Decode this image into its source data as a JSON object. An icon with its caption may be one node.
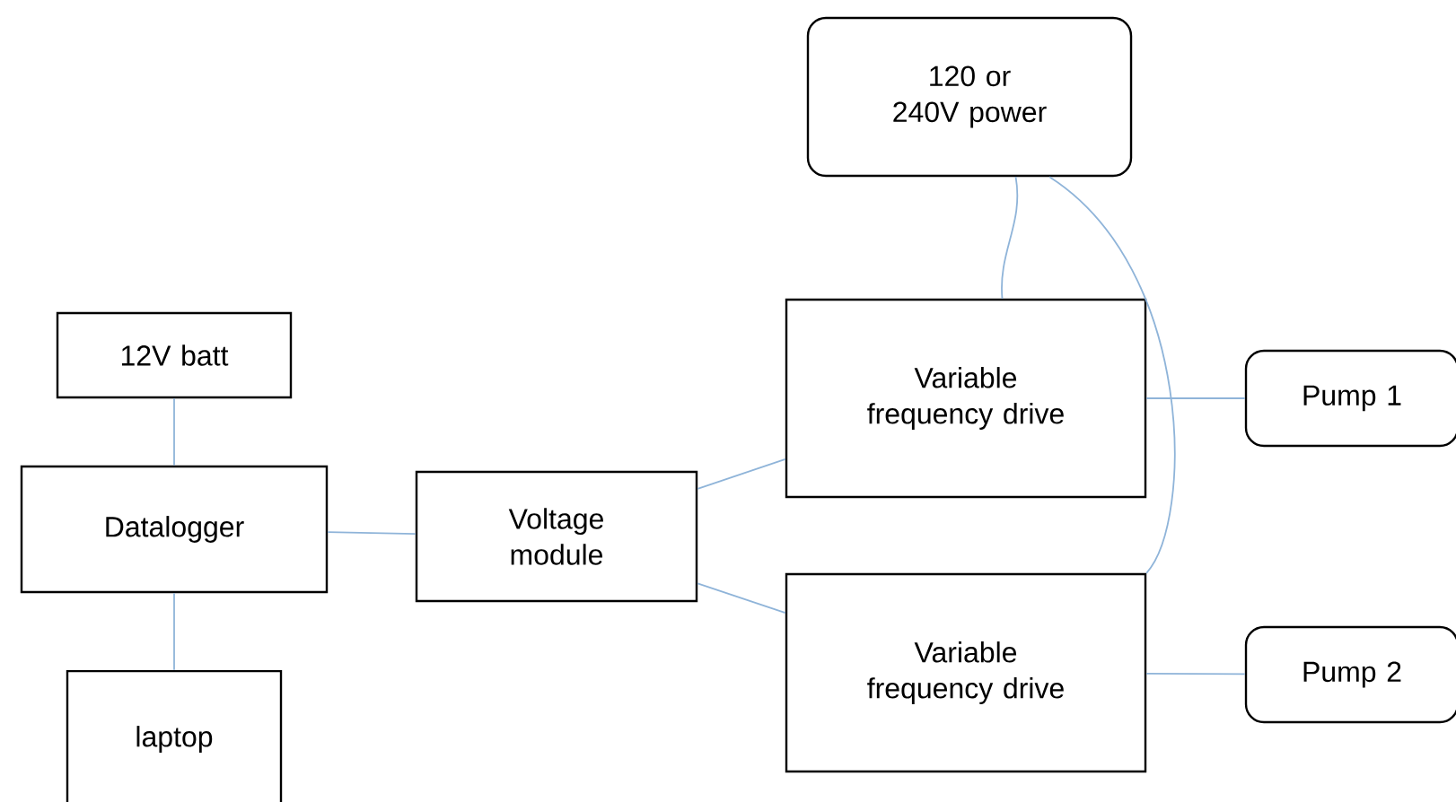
{
  "diagram": {
    "nodes": [
      {
        "text": [
          "120 or 240V power"
        ]
      },
      {
        "text": [
          "12V batt"
        ]
      },
      {
        "text": [
          "Datalogger"
        ]
      },
      {
        "text": [
          "laptop"
        ]
      },
      {
        "text": [
          "Voltage module"
        ]
      },
      {
        "text": [
          "Variable frequency drive"
        ]
      },
      {
        "text": [
          "Variable frequency drive"
        ]
      },
      {
        "text": [
          "Pump 1"
        ]
      },
      {
        "text": [
          "Pump 2"
        ]
      }
    ],
    "edges": [
      {
        "from": 1,
        "to": 2,
        "arrow": "none"
      },
      {
        "from": 2,
        "to": 3,
        "arrow": "none"
      },
      {
        "from": 2,
        "to": 4,
        "arrow": "none"
      },
      {
        "from": 4,
        "to": 5,
        "arrow": "none"
      },
      {
        "from": 4,
        "to": 6,
        "arrow": "none"
      },
      {
        "from": 5,
        "to": 7,
        "arrow": "none"
      },
      {
        "from": 6,
        "to": 8,
        "arrow": "none"
      },
      {
        "from": 0,
        "to": 5,
        "arrow": "none"
      },
      {
        "from": 0,
        "to": 6,
        "arrow": "none"
      }
    ]
  }
}
